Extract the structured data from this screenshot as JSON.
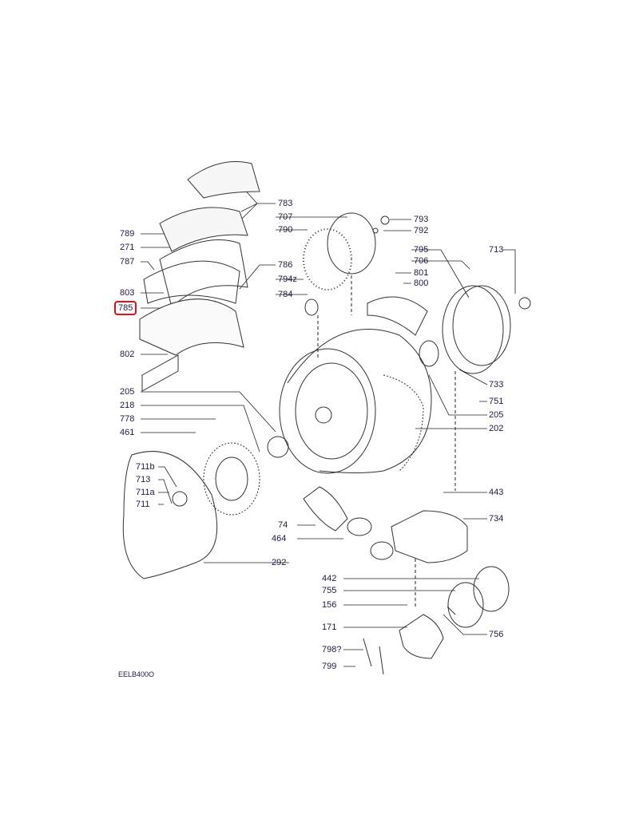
{
  "diagram": {
    "code": "EELB400O",
    "highlight_color": "#e0101a",
    "highlighted_part": "785",
    "labels": {
      "p783": "783",
      "p707": "707",
      "p790": "790",
      "p786": "786",
      "p794z": "794z",
      "p784": "784",
      "p793": "793",
      "p792": "792",
      "p795": "795",
      "p706": "706",
      "p801": "801",
      "p800": "800",
      "p713r": "713",
      "p789": "789",
      "p271": "271",
      "p787": "787",
      "p803": "803",
      "p785": "785",
      "p802": "802",
      "p205l": "205",
      "p218": "218",
      "p778": "778",
      "p461": "461",
      "p711b": "711b",
      "p713l": "713",
      "p711a": "711a",
      "p711": "711",
      "p733": "733",
      "p751": "751",
      "p205r": "205",
      "p202": "202",
      "p443": "443",
      "p734": "734",
      "p74": "74",
      "p464": "464",
      "p292": "292",
      "p442": "442",
      "p755": "755",
      "p156": "156",
      "p171": "171",
      "p798": "798?",
      "p799": "799",
      "p756": "756"
    }
  }
}
